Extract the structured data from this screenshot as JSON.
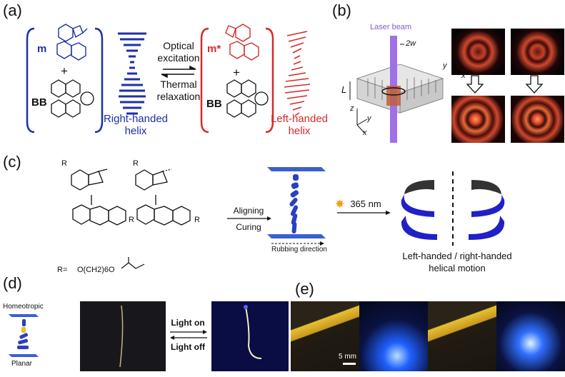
{
  "panels": {
    "a": {
      "label": "(a)",
      "left_mol": "m",
      "plus1": "+",
      "left_host": "BB",
      "right_mol": "m*",
      "plus2": "+",
      "right_host": "BB",
      "right_helix": "Right-handed\nhelix",
      "left_helix": "Left-handed\nhelix",
      "forward": "Optical\nexcitation",
      "backward": "Thermal\nrelaxation",
      "colors": {
        "blue": "#1e2fa8",
        "red": "#d62a2a"
      }
    },
    "b": {
      "label": "(b)",
      "beam": "Laser beam",
      "width": "2w",
      "length": "L",
      "axis_z": "z",
      "axis_y": "y",
      "axis_x": "x",
      "img_axis_y": "y",
      "img_axis_x": "x"
    },
    "c": {
      "label": "(c)",
      "r1": "R",
      "r2": "R",
      "r3": "R",
      "r4": "R",
      "r_def_prefix": "R=",
      "r_def": "O(CH2)6O",
      "step1": "Aligning",
      "step2": "Curing",
      "rubbing": "Rubbing direction",
      "uv": "365 nm",
      "motion": "Left-handed / right-handed\nhelical motion"
    },
    "d": {
      "label": "(d)",
      "top": "Homeotropic",
      "bottom": "Planar",
      "on": "Light on",
      "off": "Light off"
    },
    "e": {
      "label": "(e)",
      "scale": "5 mm"
    }
  }
}
